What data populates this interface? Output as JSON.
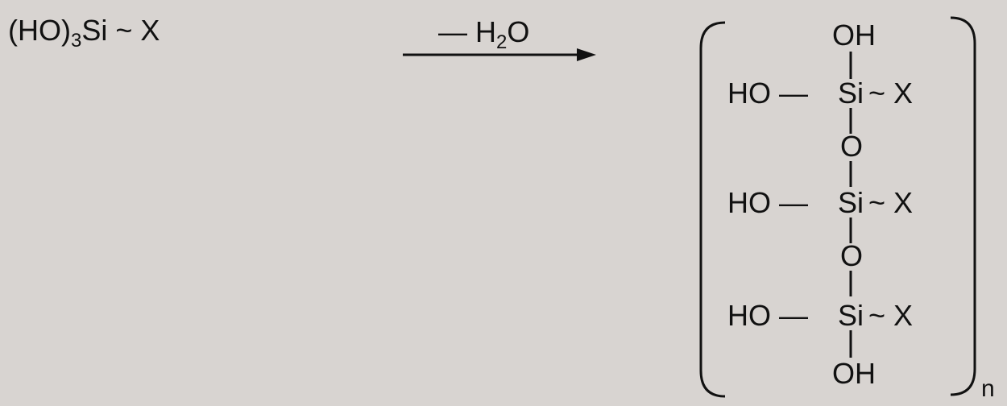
{
  "reactant": {
    "prefix": "(HO)",
    "subscript": "3",
    "suffix": "Si ~ X"
  },
  "arrow": {
    "label_prefix": "— H",
    "label_subscript": "2",
    "label_suffix": "O"
  },
  "product": {
    "top_group": "OH",
    "bottom_group": "OH",
    "units": [
      {
        "left": "HO —",
        "center": "Si",
        "right": "~ X"
      },
      {
        "left": "HO —",
        "center": "Si",
        "right": "~ X"
      },
      {
        "left": "HO —",
        "center": "Si",
        "right": "~ X"
      }
    ],
    "bridges": [
      "O",
      "O"
    ],
    "repeat_subscript": "n"
  },
  "colors": {
    "background": "#d8d4d1",
    "ink": "#111111"
  }
}
